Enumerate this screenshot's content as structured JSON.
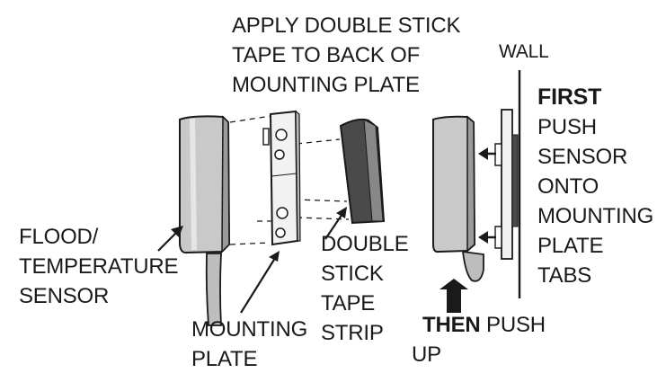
{
  "labels": {
    "apply_tape": [
      "APPLY DOUBLE STICK",
      "TAPE TO BACK OF",
      "MOUNTING PLATE"
    ],
    "wall": "WALL",
    "first_bold": "FIRST",
    "first_steps": [
      "PUSH",
      "SENSOR",
      "ONTO",
      "MOUNTING",
      "PLATE",
      "TABS"
    ],
    "sensor": [
      "FLOOD/",
      "TEMPERATURE",
      "SENSOR"
    ],
    "mounting_plate": [
      "MOUNTING",
      "PLATE"
    ],
    "tape_strip": [
      "DOUBLE",
      "STICK",
      "TAPE",
      "STRIP"
    ],
    "then_bold": "THEN",
    "then_rest": " PUSH",
    "then_up": "UP"
  },
  "colors": {
    "ink": "#1a1a1a",
    "sensor_body": "#cfcfcf",
    "sensor_shadow": "#8f8f8f",
    "tape": "#4a4a4a",
    "plate": "#f2f2f2"
  }
}
